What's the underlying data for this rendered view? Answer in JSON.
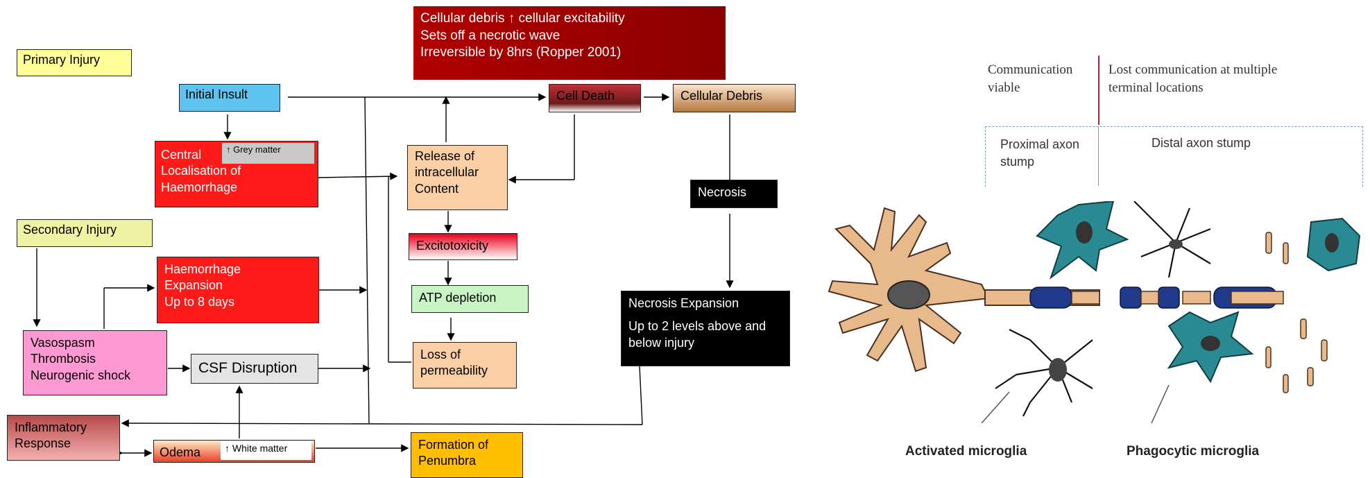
{
  "flow": {
    "banner": [
      "Cellular debris ↑ cellular excitability",
      "Sets off a necrotic wave",
      "Irreversible by 8hrs (Ropper 2001)"
    ],
    "primary_injury": "Primary Injury",
    "initial_insult": "Initial Insult",
    "central_haemorrhage": "Central Localisation of Haemorrhage",
    "grey_matter_tag": "↑ Grey matter",
    "secondary_injury": "Secondary Injury",
    "haemorrhage_expansion": [
      "Haemorrhage",
      "Expansion",
      "Up to 8 days"
    ],
    "vasospasm": [
      "Vasospasm",
      "Thrombosis",
      "Neurogenic shock"
    ],
    "csf_disruption": "CSF Disruption",
    "inflammatory_response": [
      "Inflammatory",
      "Response"
    ],
    "odema": "Odema",
    "white_matter_tag": "↑ White matter",
    "formation_penumbra": [
      "Formation of",
      "Penumbra"
    ],
    "release_content": [
      "Release of",
      "intracellular",
      "Content"
    ],
    "excitotoxicity": "Excitotoxicity",
    "atp_depletion": "ATP depletion",
    "loss_permeability": [
      "Loss of",
      "permeability"
    ],
    "cell_death": "Cell Death",
    "cellular_debris": "Cellular Debris",
    "necrosis": "Necrosis",
    "necrosis_expansion": "Necrosis Expansion",
    "necrosis_levels": "Up to 2 levels above and below injury"
  },
  "figure": {
    "comm_viable": [
      "Communication",
      "viable"
    ],
    "comm_lost": [
      "Lost communication at multiple",
      "terminal locations"
    ],
    "proximal_stump": [
      "Proximal axon",
      "stump"
    ],
    "distal_stump": "Distal axon stump",
    "activated_microglia": "Activated microglia",
    "phagocytic_microglia": "Phagocytic microglia"
  },
  "colors": {
    "neuron": "#e8b98a",
    "microglia_teal": "#2a8a94",
    "myelin": "#1f3a8a"
  }
}
